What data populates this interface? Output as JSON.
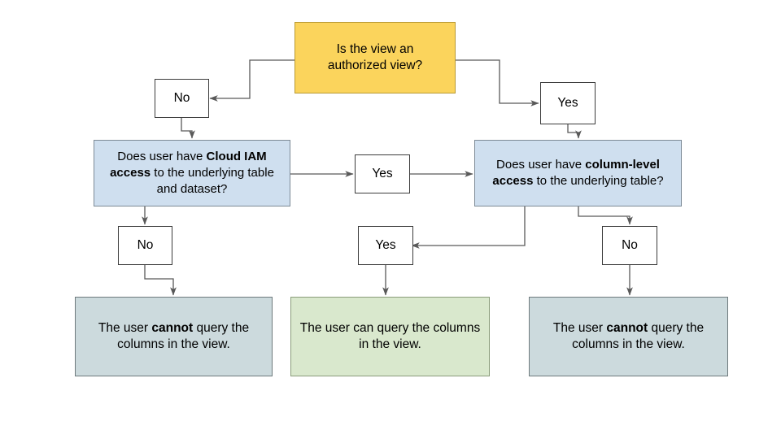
{
  "diagram": {
    "title_text": "",
    "colors": {
      "decision_yellow": "#fbd45c",
      "decision_blue": "#cfdfef",
      "result_gray": "#ccdadd",
      "result_green": "#d9e8cd",
      "edge": "#595959",
      "text": "#000000"
    },
    "nodes": {
      "root_question": {
        "label": "Is the view an authorized view?",
        "line1": "Is the view an",
        "line2": "authorized view?",
        "shape": "rect",
        "fill": "#fbd45c"
      },
      "root_no": {
        "label": "No"
      },
      "root_yes": {
        "label": "Yes"
      },
      "iam_question": {
        "label": "Does user have Cloud IAM access to the underlying table and dataset?",
        "prefix": "Does user have ",
        "bold": "Cloud IAM access",
        "suffix": " to the underlying table and dataset?",
        "shape": "rect",
        "fill": "#cfdfef"
      },
      "iam_yes": {
        "label": "Yes"
      },
      "iam_no": {
        "label": "No"
      },
      "column_question": {
        "label": "Does user have column-level access to the underlying table?",
        "prefix": "Does user have ",
        "bold": "column-level access",
        "suffix": " to the underlying table?",
        "shape": "rect",
        "fill": "#cfdfef"
      },
      "column_yes": {
        "label": "Yes"
      },
      "column_no": {
        "label": "No"
      },
      "result_left": {
        "label": "The user cannot query the columns in the view.",
        "prefix": "The user ",
        "bold": "cannot",
        "suffix": " query the columns in the view.",
        "fill": "#ccdadd"
      },
      "result_middle": {
        "label": "The user can query the columns in the view.",
        "fill": "#d9e8cd"
      },
      "result_right": {
        "label": "The user cannot query the columns in the view.",
        "prefix": "The user ",
        "bold": "cannot",
        "suffix": " query the columns in the view.",
        "fill": "#ccdadd"
      }
    },
    "edges": [
      {
        "from": "root_question",
        "to": "root_no",
        "label": ""
      },
      {
        "from": "root_question",
        "to": "root_yes",
        "label": ""
      },
      {
        "from": "root_no",
        "to": "iam_question",
        "label": ""
      },
      {
        "from": "iam_question",
        "to": "iam_yes",
        "label": ""
      },
      {
        "from": "iam_yes",
        "to": "column_question",
        "label": ""
      },
      {
        "from": "iam_question",
        "to": "iam_no",
        "label": ""
      },
      {
        "from": "iam_no",
        "to": "result_left",
        "label": ""
      },
      {
        "from": "root_yes",
        "to": "column_question",
        "label": ""
      },
      {
        "from": "column_question",
        "to": "column_yes",
        "label": ""
      },
      {
        "from": "column_yes",
        "to": "result_middle",
        "label": ""
      },
      {
        "from": "column_question",
        "to": "column_no",
        "label": ""
      },
      {
        "from": "column_no",
        "to": "result_right",
        "label": ""
      }
    ]
  }
}
